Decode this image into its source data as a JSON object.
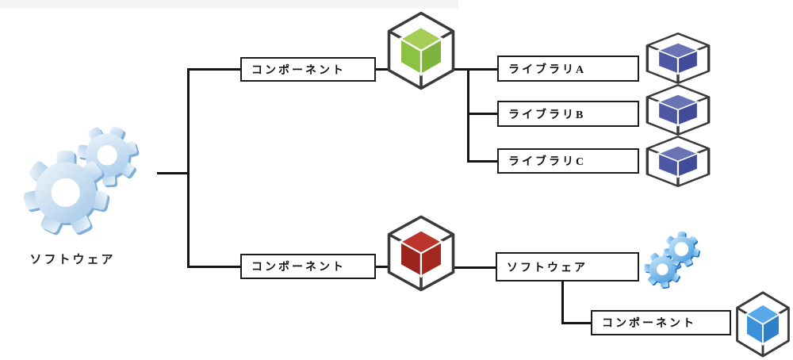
{
  "nodes": {
    "root_software": "ソフトウェア",
    "component_top": "コンポーネント",
    "component_bottom": "コンポーネント",
    "library_a": "ライブラリA",
    "library_b": "ライブラリB",
    "library_c": "ライブラリC",
    "software_child": "ソフトウェア",
    "component_child": "コンポーネント"
  },
  "icons": {
    "root_software": "gears-3d-light-blue",
    "component_top": "wireframe-cube-green",
    "component_bottom": "wireframe-cube-red",
    "libraries": "wireframe-cube-indigo",
    "software_child": "gears-3d-vivid-blue",
    "component_child": "wireframe-cube-blue"
  },
  "colors": {
    "connector": "#141414",
    "box_border": "#1d1d1d",
    "wireframe": "#3a3a3a",
    "cube_green": {
      "top": "#a5cd58",
      "left": "#8cc241",
      "right": "#7eb43c"
    },
    "cube_red": {
      "top": "#bb352c",
      "left": "#9a231d",
      "right": "#a3281f"
    },
    "cube_indigo": {
      "top": "#6a73b3",
      "left": "#4d57a3",
      "right": "#414b98"
    },
    "cube_blue": {
      "top": "#58a9e6",
      "left": "#3a91da",
      "right": "#2f7fc9"
    },
    "gear_light_accent": "#a3c8e8",
    "gear_vivid_accent": "#3f96dd"
  }
}
